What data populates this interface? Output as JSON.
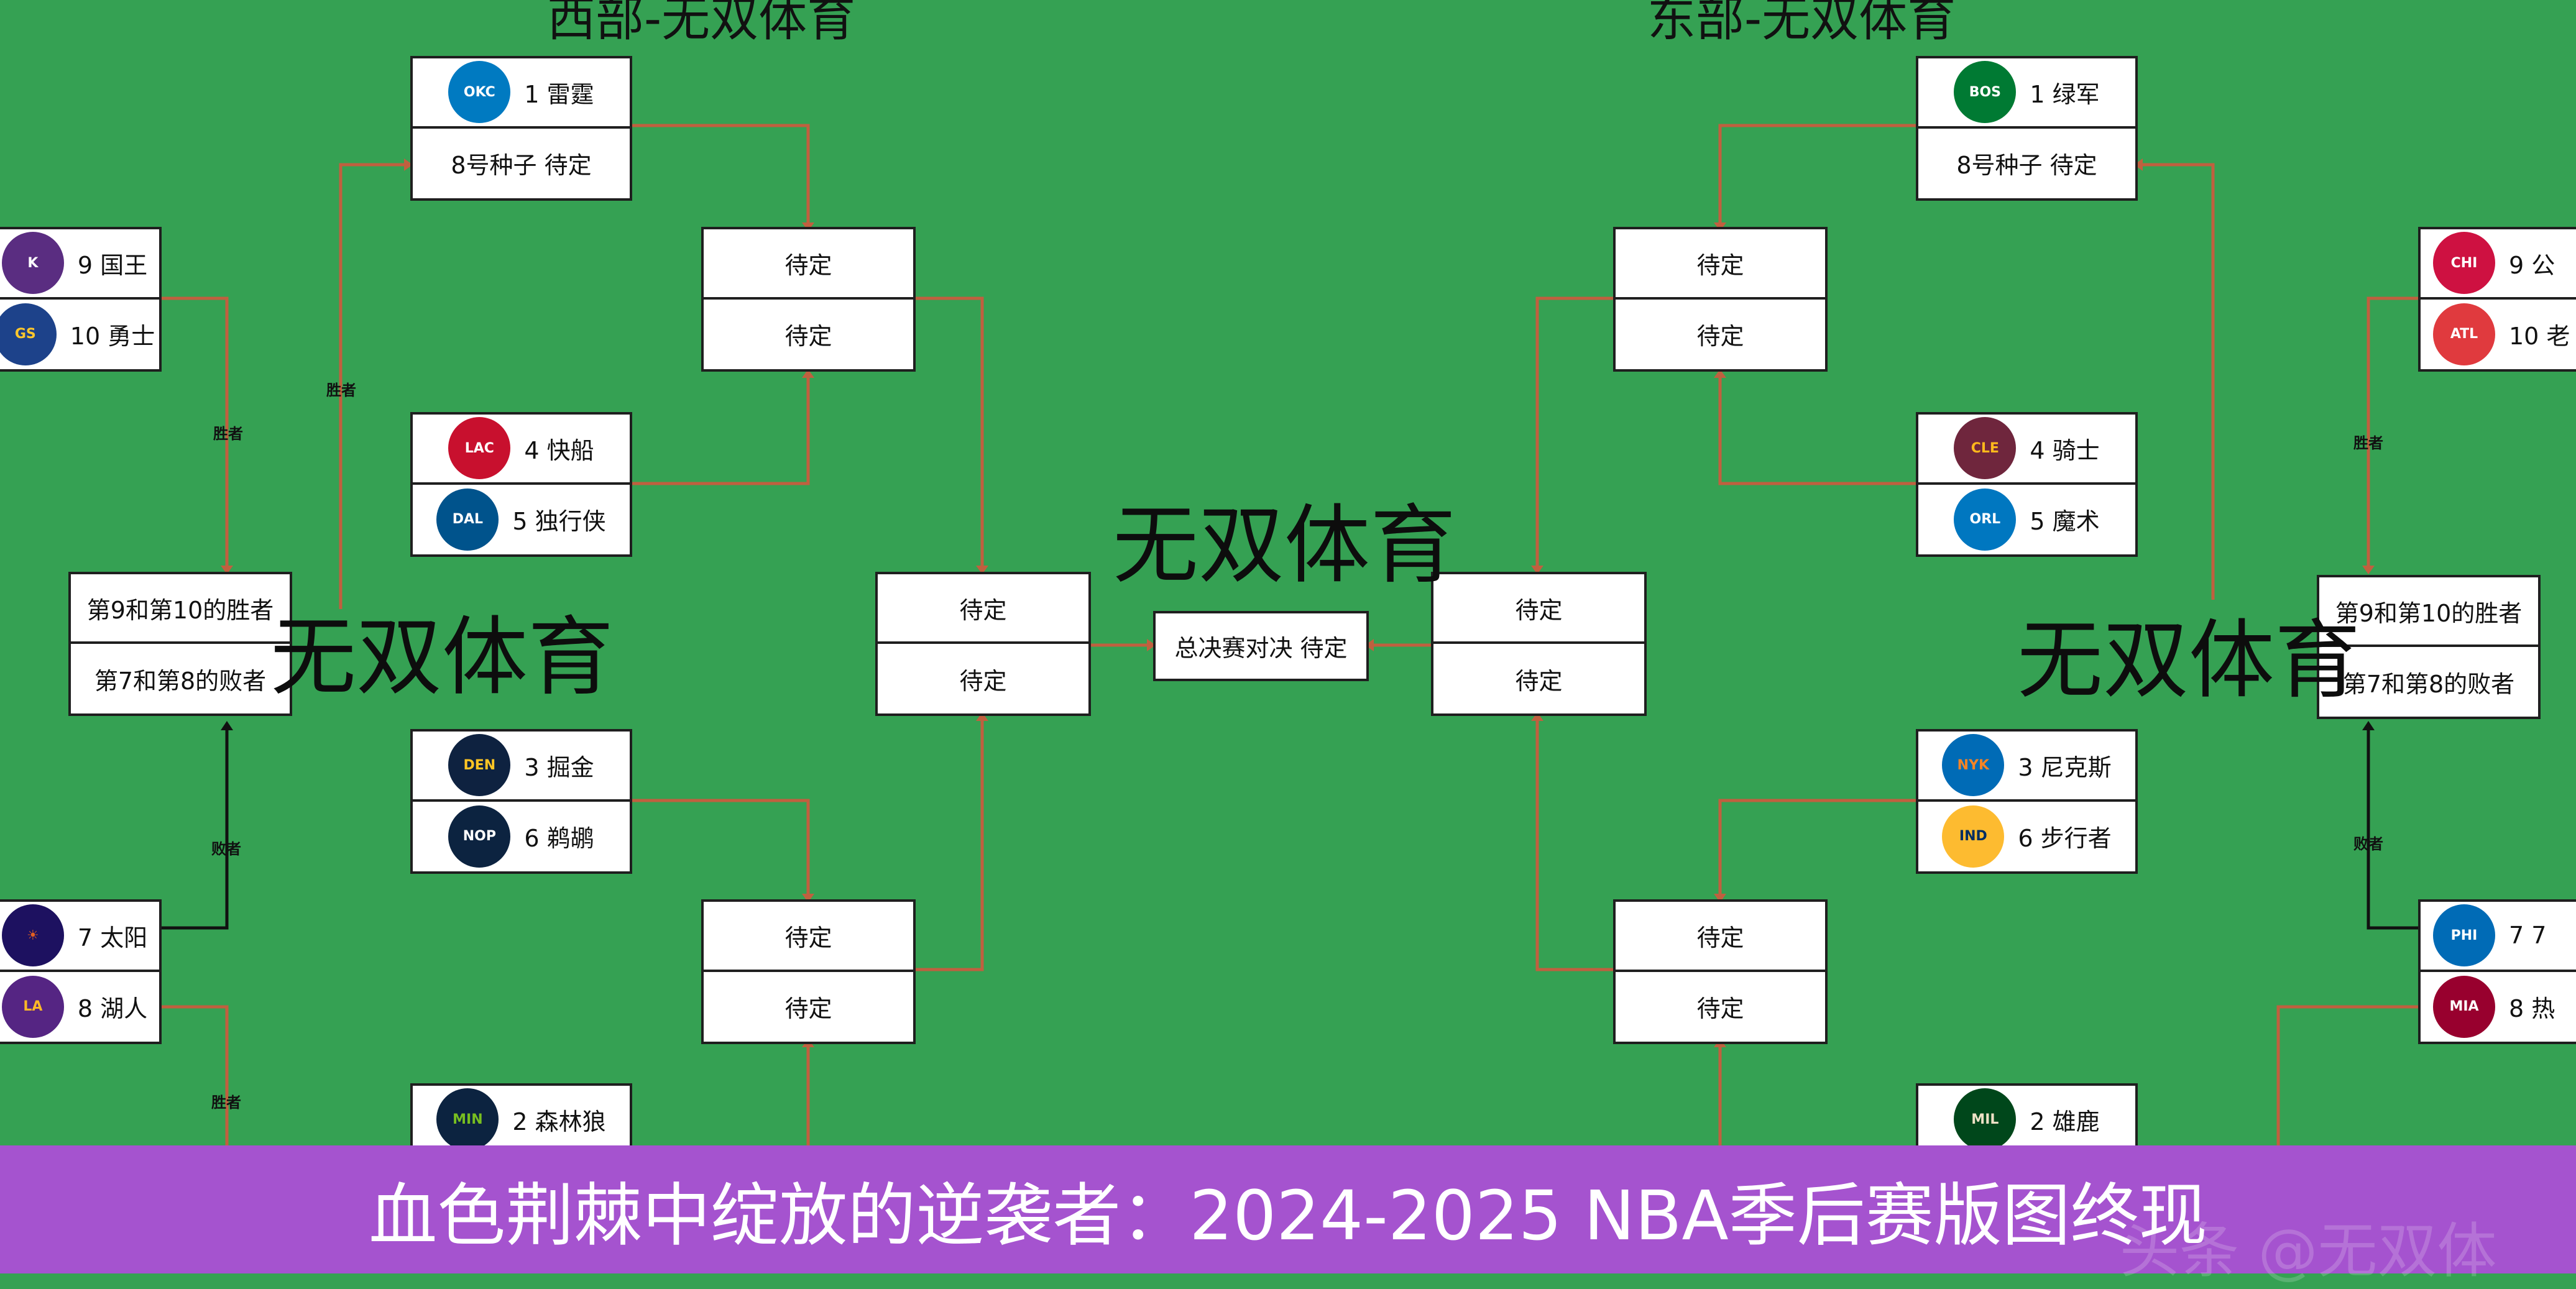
{
  "titles": {
    "west": "西部-无双体育",
    "east": "东部-无双体育"
  },
  "watermark": "无双体育",
  "caption": "血色荆棘中绽放的逆袭者：2024-2025 NBA季后赛版图终现",
  "corner_mark": "头条 @无双体",
  "tags": {
    "winner": "胜者",
    "loser": "败者"
  },
  "colors": {
    "background": "#35a153",
    "banner": "#a553cf",
    "connector": "#c0603f"
  },
  "west": {
    "playin_910": {
      "top": "9 国王",
      "top_icon": "kings-logo",
      "bot": "10 勇士",
      "bot_icon": "warriors-logo"
    },
    "playin_78": {
      "top": "7 太阳",
      "top_icon": "suns-logo",
      "bot": "8 湖人",
      "bot_icon": "lakers-logo"
    },
    "playin_final": {
      "top": "第9和第10的胜者",
      "bot": "第7和第8的败者"
    },
    "r1_a": {
      "top": "1 雷霆",
      "top_icon": "thunder-logo",
      "bot": "8号种子 待定"
    },
    "r1_b": {
      "top": "4 快船",
      "top_icon": "clippers-logo",
      "bot": "5 独行侠",
      "bot_icon": "mavericks-logo"
    },
    "r1_c": {
      "top": "3 掘金",
      "top_icon": "nuggets-logo",
      "bot": "6 鹈鹕",
      "bot_icon": "pelicans-logo"
    },
    "r1_d": {
      "top": "2 森林狼",
      "top_icon": "timberwolves-logo"
    },
    "semi_a": {
      "top": "待定",
      "bot": "待定"
    },
    "semi_b": {
      "top": "待定",
      "bot": "待定"
    },
    "final": {
      "top": "待定",
      "bot": "待定"
    }
  },
  "east": {
    "playin_910": {
      "top": "9 公",
      "top_icon": "bulls-logo",
      "bot": "10 老",
      "bot_icon": "hawks-logo"
    },
    "playin_78": {
      "top": "7 7",
      "top_icon": "76ers-logo",
      "bot": "8 热",
      "bot_icon": "heat-logo"
    },
    "playin_final": {
      "top": "第9和第10的胜者",
      "bot": "第7和第8的败者"
    },
    "r1_a": {
      "top": "1 绿军",
      "top_icon": "celtics-logo",
      "bot": "8号种子 待定"
    },
    "r1_b": {
      "top": "4 骑士",
      "top_icon": "cavaliers-logo",
      "bot": "5 魔术",
      "bot_icon": "magic-logo"
    },
    "r1_c": {
      "top": "3 尼克斯",
      "top_icon": "knicks-logo",
      "bot": "6 步行者",
      "bot_icon": "pacers-logo"
    },
    "r1_d": {
      "top": "2 雄鹿",
      "top_icon": "bucks-logo"
    },
    "semi_a": {
      "top": "待定",
      "bot": "待定"
    },
    "semi_b": {
      "top": "待定",
      "bot": "待定"
    },
    "final": {
      "top": "待定",
      "bot": "待定"
    }
  },
  "finals": {
    "label": "总决赛对决 待定"
  }
}
